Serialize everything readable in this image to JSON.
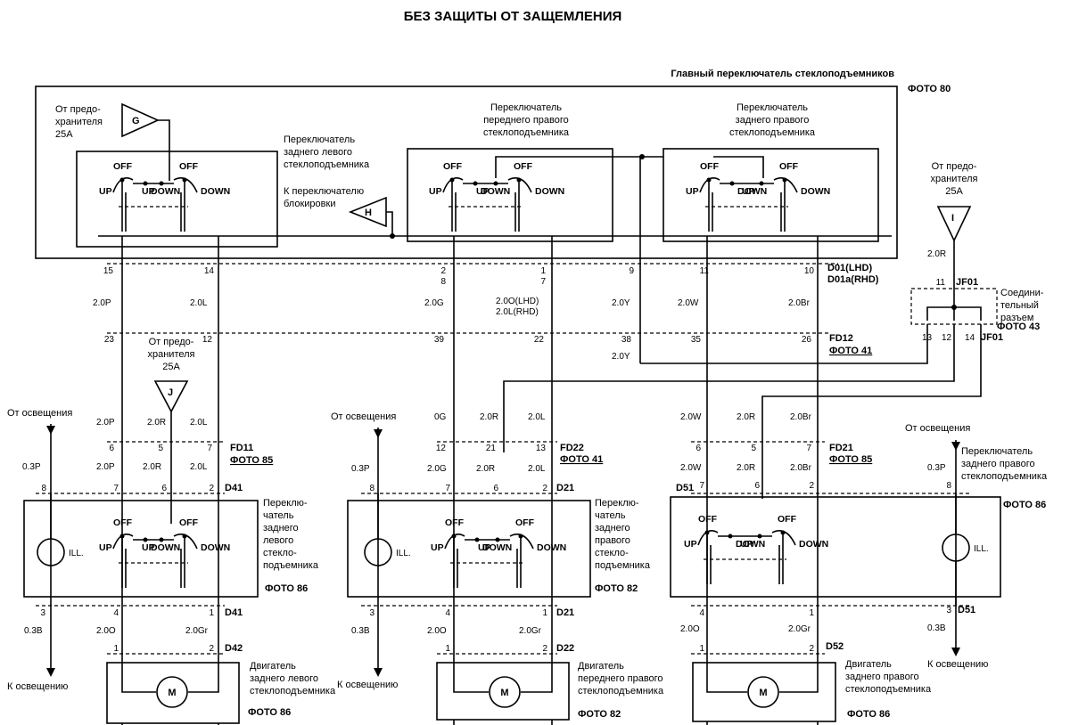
{
  "title": "БЕЗ ЗАЩИТЫ ОТ ЗАЩЕМЛЕНИЯ",
  "main_switch": {
    "label": "Главный переключатель стеклоподъемников",
    "photo": "ФОТО 80",
    "fuse_g_text": [
      "От предо-",
      "хранителя",
      "25А"
    ],
    "fuse_g": "G",
    "lock_text": [
      "К переключателю",
      "блокировки"
    ],
    "lock": "H",
    "sub_rl": [
      "Переключатель",
      "заднего левого",
      "стеклоподъемника"
    ],
    "sub_fr": [
      "Переключатель",
      "переднего правого",
      "стеклоподъемника"
    ],
    "sub_rr": [
      "Переключатель",
      "заднего правого",
      "стеклоподъемника"
    ]
  },
  "switch_labels": {
    "off": "OFF",
    "up": "UP",
    "down": "DOWN"
  },
  "row1": {
    "pins": [
      "15",
      "14",
      "2",
      "8",
      "1",
      "7",
      "9",
      "11",
      "10"
    ],
    "connector": [
      "D01(LHD)",
      "D01a(RHD)"
    ]
  },
  "fuse_i": {
    "text": [
      "От предо-",
      "хранителя",
      "25А"
    ],
    "label": "I",
    "wire": "2.0R",
    "pin": "11",
    "code": "JF01"
  },
  "joint": {
    "text": [
      "Соедини-",
      "тельный",
      "разъем"
    ],
    "photo": "ФОТО 43",
    "pins": [
      "13",
      "12",
      "14"
    ],
    "code": "JF01"
  },
  "wires_row1": [
    "2.0P",
    "2.0L",
    "2.0G",
    "2.0O(LHD)",
    "2.0L(RHD)",
    "2.0Y",
    "2.0W",
    "2.0Br"
  ],
  "row2": {
    "pins": [
      "23",
      "12",
      "39",
      "22",
      "38",
      "35",
      "26"
    ],
    "code": "FD12",
    "photo": "ФОТО 41"
  },
  "fuse_j": {
    "text": [
      "От предо-",
      "хранителя",
      "25А"
    ],
    "label": "J"
  },
  "wire_2_0y_b": "2.0Y",
  "left": {
    "from_light": "От освещения",
    "to_light": "К освещению",
    "wires_a": [
      "2.0P",
      "2.0R",
      "2.0L"
    ],
    "fd_pins": [
      "6",
      "5",
      "7"
    ],
    "fd_code": "FD11",
    "fd_photo": "ФОТО 85",
    "wires_b": [
      "0.3P",
      "2.0P",
      "2.0R",
      "2.0L"
    ],
    "top_pins": [
      "8",
      "7",
      "6",
      "2"
    ],
    "top_code": "D41",
    "switch_title": [
      "Переклю-",
      "чатель",
      "заднего",
      "левого",
      "стекло-",
      "подъемника"
    ],
    "switch_photo": "ФОТО 86",
    "ill": "ILL.",
    "bottom_pins": [
      "3",
      "4",
      "1"
    ],
    "bottom_code": "D41",
    "wires_c": [
      "0.3B",
      "2.0O",
      "2.0Gr"
    ],
    "motor_pins": [
      "1",
      "2"
    ],
    "motor_code": "D42",
    "motor_title": [
      "Двигатель",
      "заднего левого",
      "стеклоподъемника"
    ],
    "motor_photo": "ФОТО 86",
    "motor": "M"
  },
  "center": {
    "from_light": "От освещения",
    "to_light": "К освещению",
    "wires_a": [
      "0G",
      "2.0R",
      "2.0L"
    ],
    "fd_pins": [
      "12",
      "21",
      "13"
    ],
    "fd_code": "FD22",
    "fd_photo": "ФОТО 41",
    "wires_b": [
      "0.3P",
      "2.0G",
      "2.0R",
      "2.0L"
    ],
    "top_pins": [
      "8",
      "7",
      "6",
      "2"
    ],
    "top_code": "D21",
    "switch_title": [
      "Переклю-",
      "чатель",
      "заднего",
      "правого",
      "стекло-",
      "подъемника"
    ],
    "switch_photo": "ФОТО 82",
    "ill": "ILL.",
    "bottom_pins": [
      "3",
      "4",
      "1"
    ],
    "bottom_code": "D21",
    "wires_c": [
      "0.3B",
      "2.0O",
      "2.0Gr"
    ],
    "motor_pins": [
      "1",
      "2"
    ],
    "motor_code": "D22",
    "motor_title": [
      "Двигатель",
      "переднего правого",
      "стеклоподъемника"
    ],
    "motor_photo": "ФОТО 82",
    "motor": "M"
  },
  "right": {
    "from_light": "От освещения",
    "to_light": "К освещению",
    "wires_a": [
      "2.0W",
      "2.0R",
      "2.0Br"
    ],
    "fd_pins": [
      "6",
      "5",
      "7"
    ],
    "fd_code": "FD21",
    "fd_photo": "ФОТО 85",
    "wires_b": [
      "2.0W",
      "2.0R",
      "2.0Br",
      "0.3P"
    ],
    "top_pins": [
      "7",
      "6",
      "2",
      "8"
    ],
    "top_code": "D51",
    "switch_title": [
      "Переключатель",
      "заднего правого",
      "стеклоподъемника"
    ],
    "switch_photo": "ФОТО 86",
    "ill": "ILL.",
    "bottom_pins": [
      "4",
      "1",
      "3"
    ],
    "bottom_code": "D51",
    "wires_c": [
      "2.0O",
      "2.0Gr",
      "0.3B"
    ],
    "motor_pins": [
      "1",
      "2"
    ],
    "motor_code": "D52",
    "motor_title": [
      "Двигатель",
      "заднего правого",
      "стеклоподъемника"
    ],
    "motor_photo": "ФОТО 86",
    "motor": "M"
  }
}
